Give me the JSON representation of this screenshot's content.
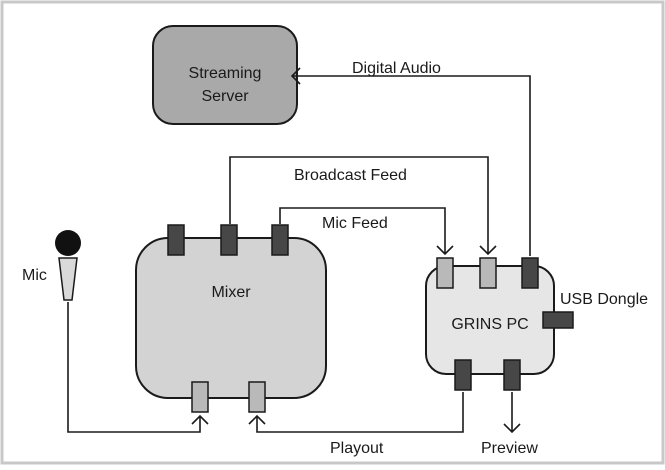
{
  "nodes": {
    "streaming_server": {
      "line1": "Streaming",
      "line2": "Server"
    },
    "mixer": {
      "label": "Mixer"
    },
    "grins_pc": {
      "label": "GRINS PC"
    },
    "mic": {
      "label": "Mic"
    }
  },
  "edges": {
    "digital_audio": "Digital Audio",
    "broadcast_feed": "Broadcast Feed",
    "mic_feed": "Mic Feed",
    "usb_dongle": "USB Dongle",
    "playout": "Playout",
    "preview": "Preview"
  },
  "colors": {
    "server_fill": "#a9a9a9",
    "mixer_fill": "#d3d3d3",
    "pc_fill": "#e6e6e6",
    "port_dark": "#474747",
    "port_light": "#b9b9b9",
    "frame": "#c8c8c8"
  }
}
